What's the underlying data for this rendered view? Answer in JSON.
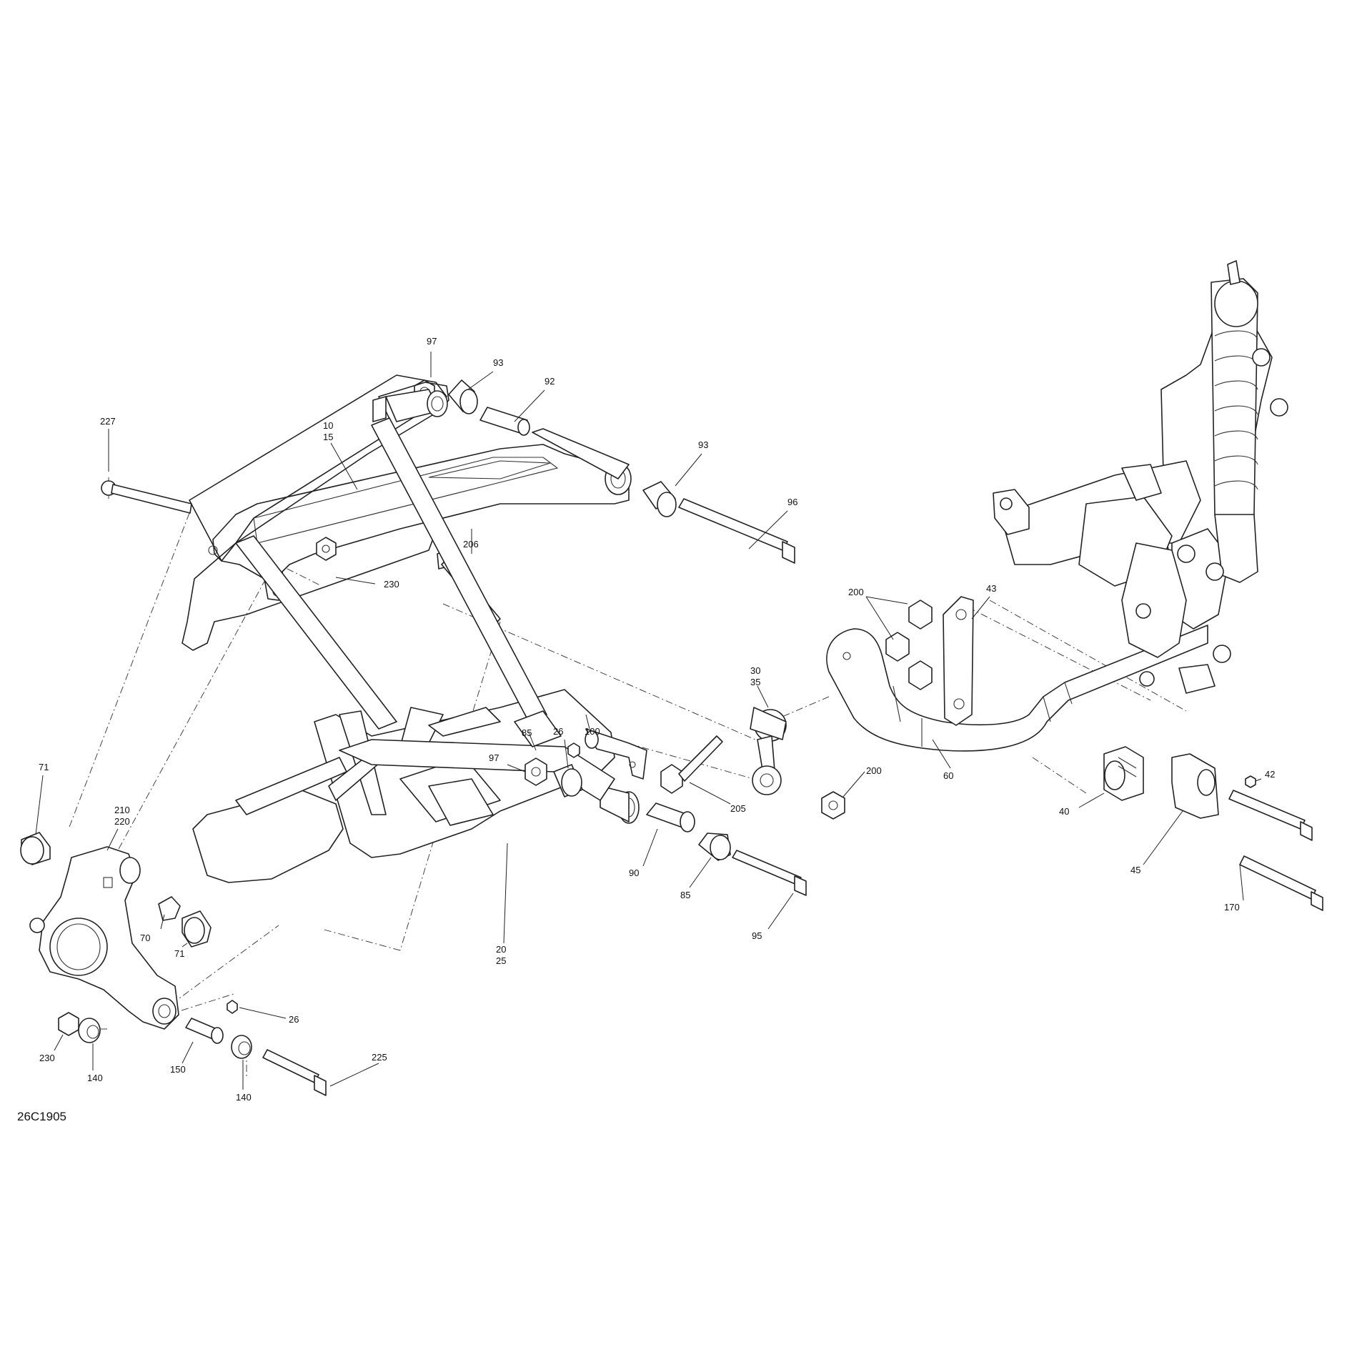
{
  "diagram_id": "26C1905",
  "callouts": {
    "c97a": "97",
    "c93a": "93",
    "c92": "92",
    "c227": "227",
    "c10": "10",
    "c15": "15",
    "c93b": "93",
    "c96": "96",
    "c230a": "230",
    "c206": "206",
    "c200a": "200",
    "c43": "43",
    "c30": "30",
    "c35": "35",
    "c26a": "26",
    "c100": "100",
    "c85a": "85",
    "c97b": "97",
    "c205": "205",
    "c200b": "200",
    "c60": "60",
    "c40": "40",
    "c42": "42",
    "c45": "45",
    "c170": "170",
    "c71a": "71",
    "c210": "210",
    "c220": "220",
    "c70": "70",
    "c71b": "71",
    "c90": "90",
    "c85b": "85",
    "c95": "95",
    "c20": "20",
    "c25": "25",
    "c26b": "26",
    "c230b": "230",
    "c140a": "140",
    "c150": "150",
    "c140b": "140",
    "c225": "225"
  }
}
